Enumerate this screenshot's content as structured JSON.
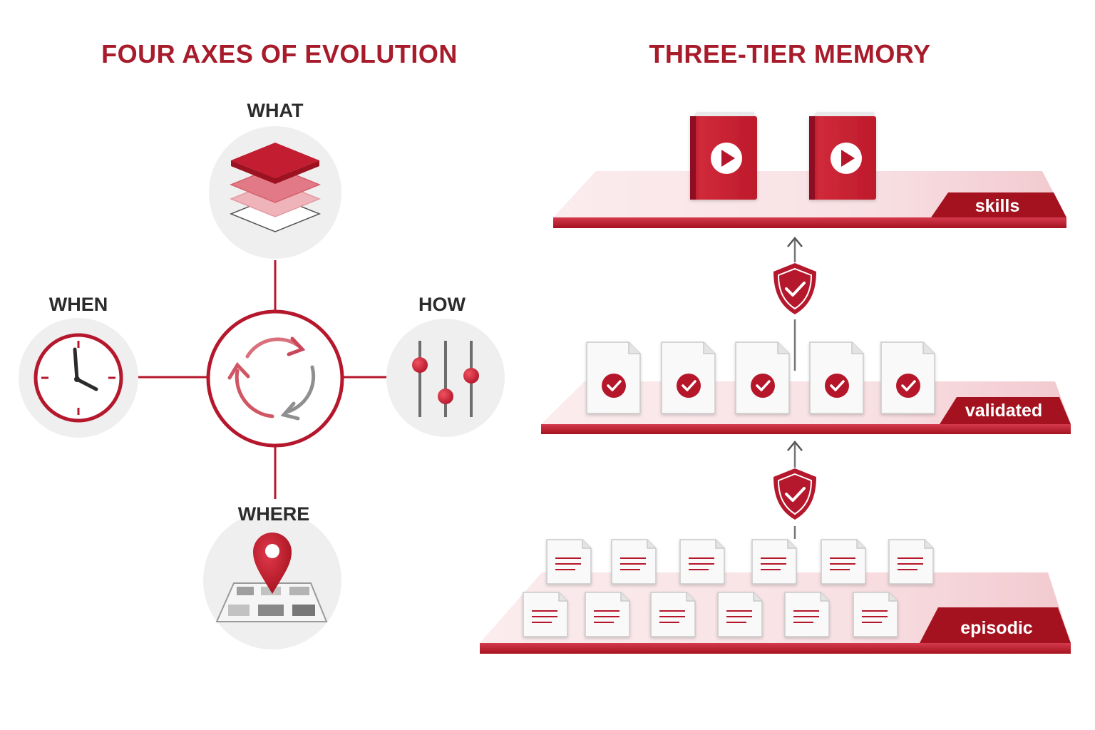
{
  "colors": {
    "accent": "#b5182c",
    "accent_dark": "#8e1020",
    "title": "#a81b2b",
    "label": "#2b2b2b",
    "bubble": "#efefef",
    "shelf_top": "#f7e3e5",
    "gray_arrow": "#8a8a8a"
  },
  "left_panel": {
    "title": "FOUR AXES OF EVOLUTION",
    "center_icon": "cycle-arrows-icon",
    "axes": [
      {
        "label": "WHAT",
        "icon": "layers-icon"
      },
      {
        "label": "WHEN",
        "icon": "clock-icon"
      },
      {
        "label": "HOW",
        "icon": "sliders-icon"
      },
      {
        "label": "WHERE",
        "icon": "map-pin-icon"
      }
    ]
  },
  "right_panel": {
    "title": "THREE-TIER MEMORY",
    "tiers": [
      {
        "label": "skills",
        "item_icon": "book-play-icon",
        "item_count": 2
      },
      {
        "label": "validated",
        "item_icon": "document-check-icon",
        "item_count": 5
      },
      {
        "label": "episodic",
        "item_icon": "document-lines-icon",
        "item_count": 12
      }
    ],
    "promotion_icon": "shield-check-icon"
  }
}
